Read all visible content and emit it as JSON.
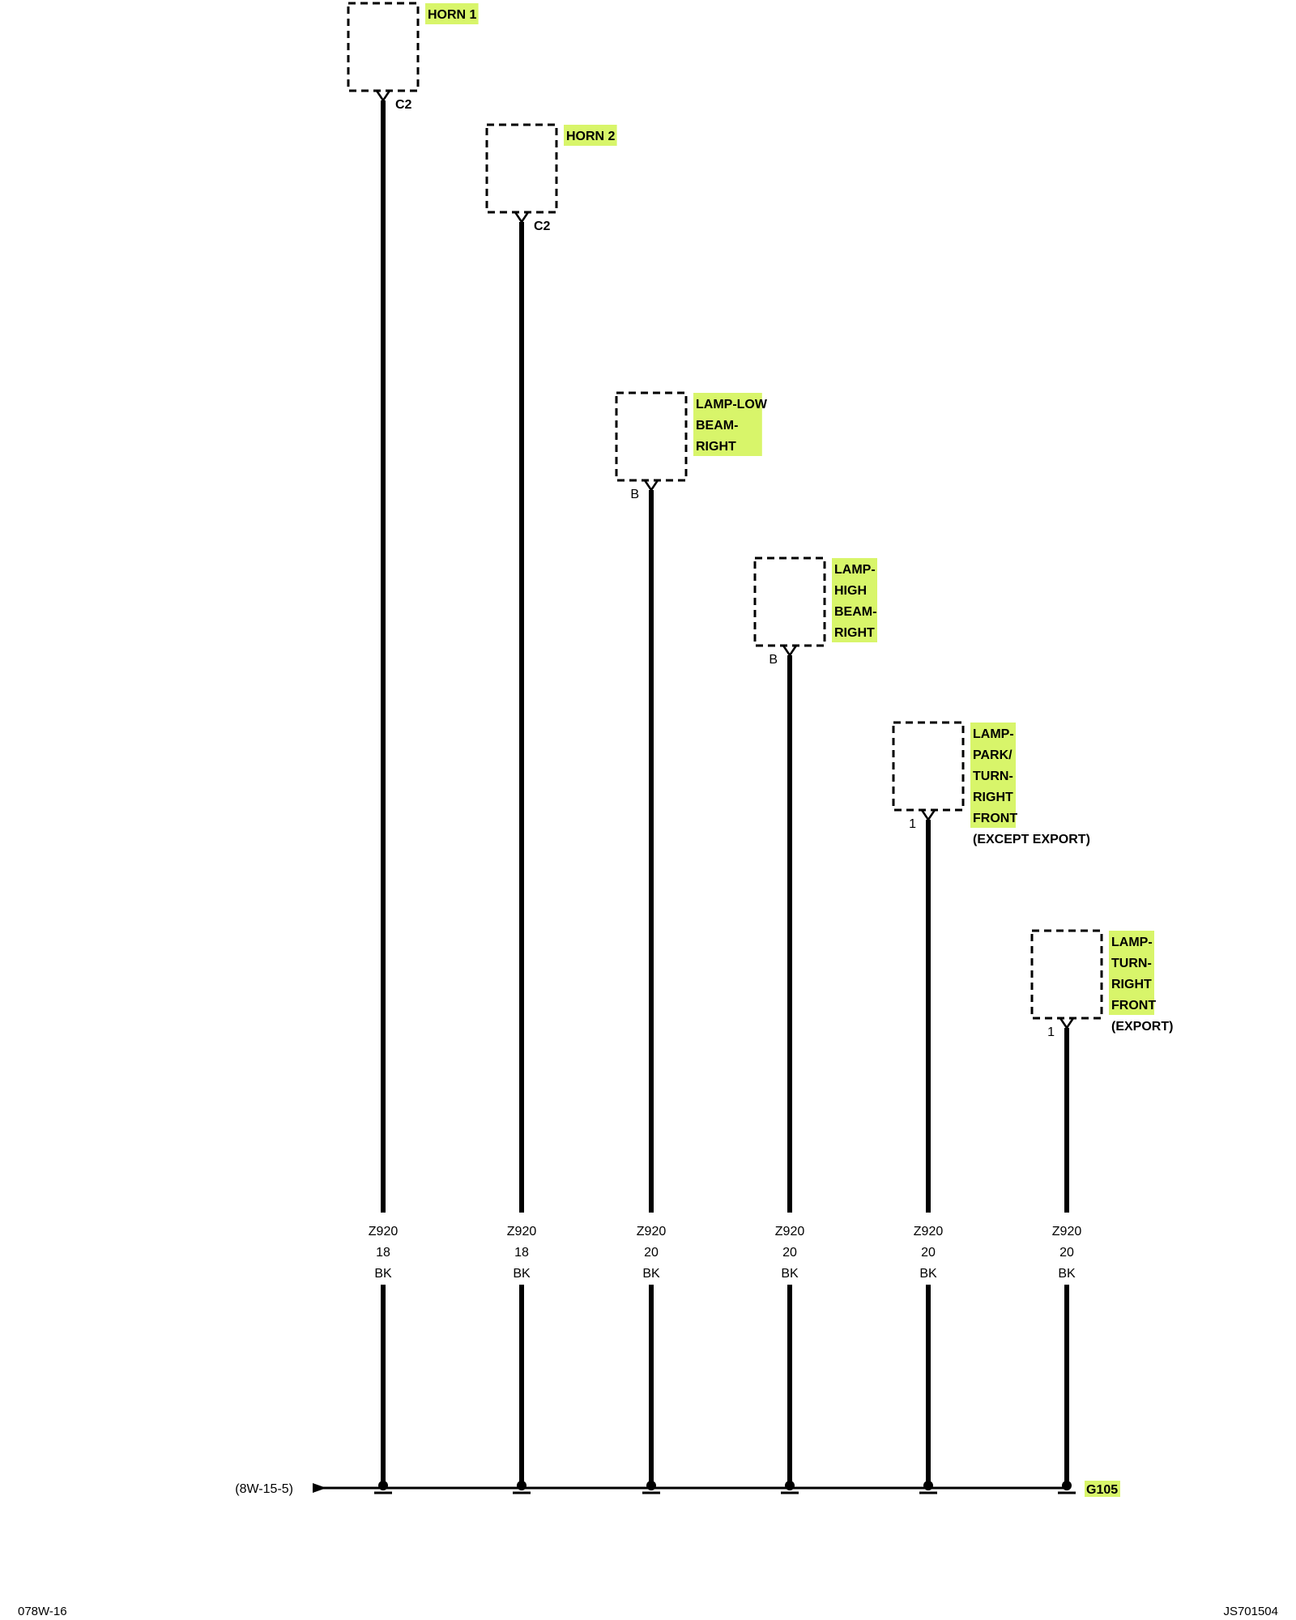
{
  "colors": {
    "wire": "#000000",
    "highlight": "#d8f56a"
  },
  "components": [
    {
      "lines": [
        "HORN 1"
      ],
      "pin": "C2",
      "wire": {
        "circuit": "Z920",
        "gauge": "18",
        "color": "BK"
      }
    },
    {
      "lines": [
        "HORN 2"
      ],
      "pin": "C2",
      "wire": {
        "circuit": "Z920",
        "gauge": "18",
        "color": "BK"
      }
    },
    {
      "lines": [
        "LAMP-LOW",
        "BEAM-",
        "RIGHT"
      ],
      "pin": "B",
      "wire": {
        "circuit": "Z920",
        "gauge": "20",
        "color": "BK"
      }
    },
    {
      "lines": [
        "LAMP-",
        "HIGH",
        "BEAM-",
        "RIGHT"
      ],
      "pin": "B",
      "wire": {
        "circuit": "Z920",
        "gauge": "20",
        "color": "BK"
      }
    },
    {
      "lines": [
        "LAMP-",
        "PARK/",
        "TURN-",
        "RIGHT",
        "FRONT"
      ],
      "note": "(EXCEPT EXPORT)",
      "pin": "1",
      "wire": {
        "circuit": "Z920",
        "gauge": "20",
        "color": "BK"
      }
    },
    {
      "lines": [
        "LAMP-",
        "TURN-",
        "RIGHT",
        "FRONT"
      ],
      "note": "(EXPORT)",
      "pin": "1",
      "wire": {
        "circuit": "Z920",
        "gauge": "20",
        "color": "BK"
      }
    }
  ],
  "bus_reference": "(8W-15-5)",
  "ground": "G105",
  "footer": {
    "left": "078W-16",
    "right": "JS701504"
  }
}
